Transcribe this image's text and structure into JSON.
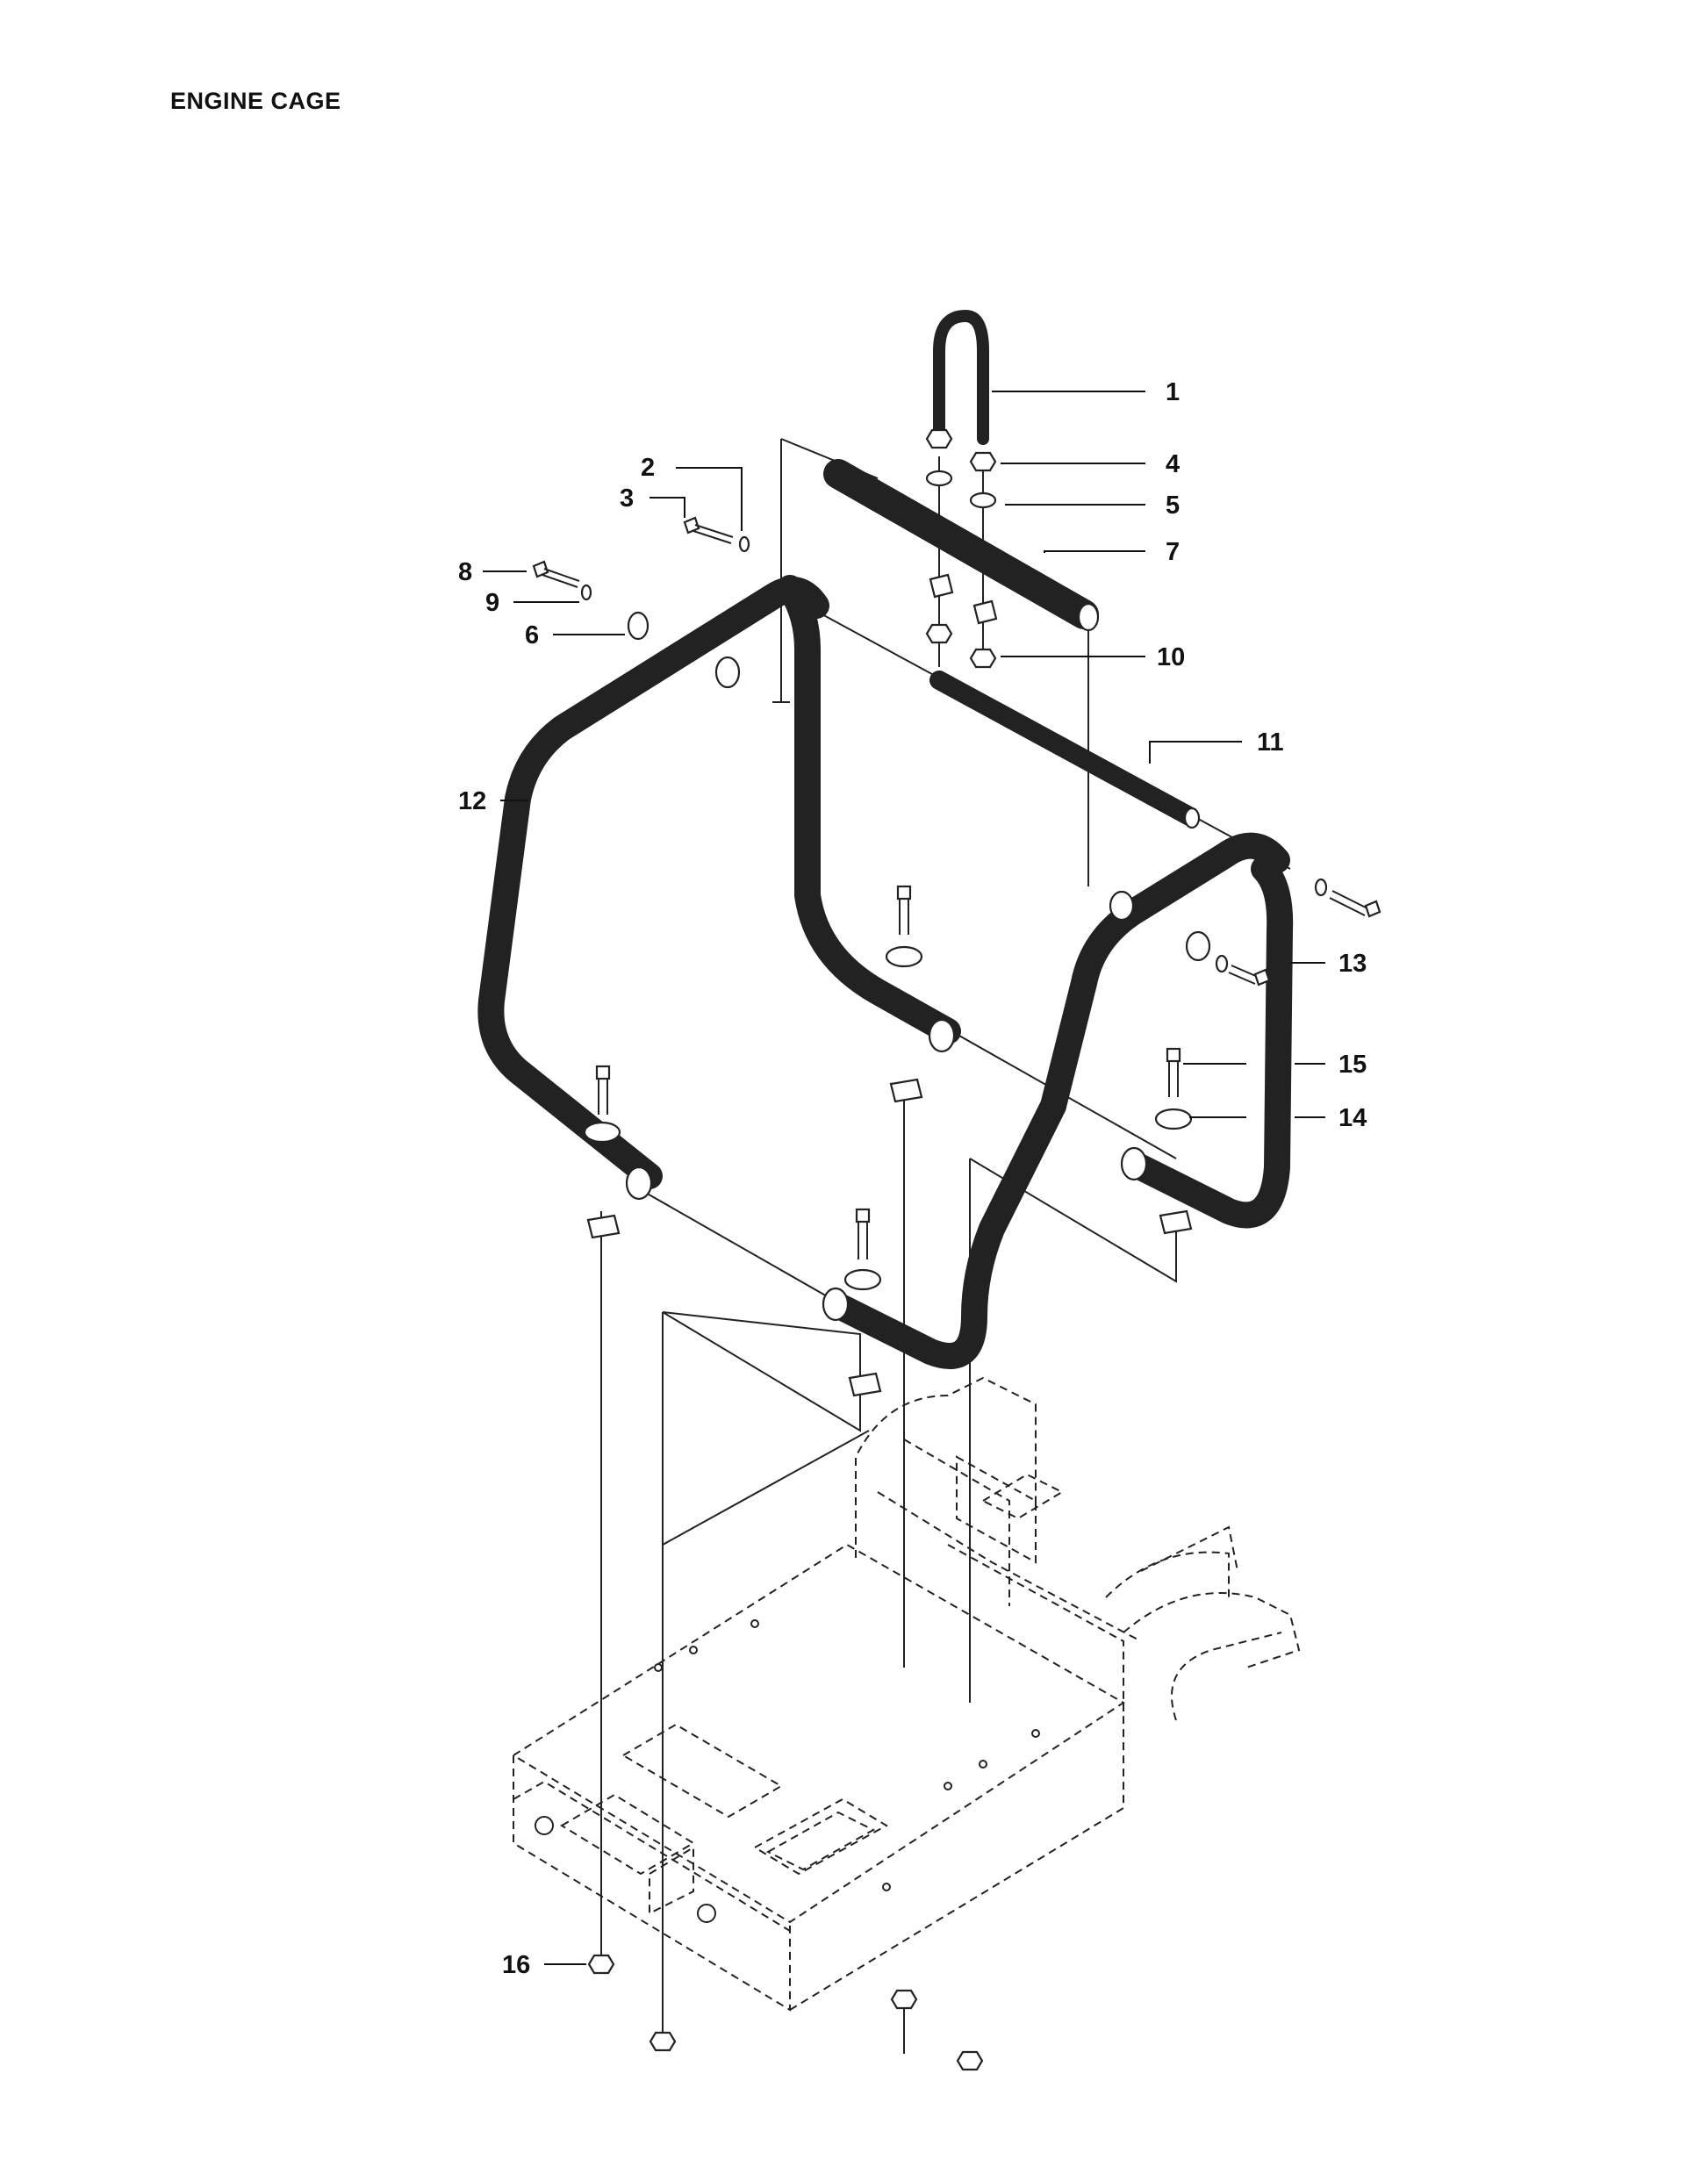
{
  "title": "ENGINE CAGE",
  "callouts": [
    {
      "id": "c1",
      "label": "1"
    },
    {
      "id": "c2",
      "label": "2"
    },
    {
      "id": "c3",
      "label": "3"
    },
    {
      "id": "c4",
      "label": "4"
    },
    {
      "id": "c5",
      "label": "5"
    },
    {
      "id": "c6",
      "label": "6"
    },
    {
      "id": "c7",
      "label": "7"
    },
    {
      "id": "c8",
      "label": "8"
    },
    {
      "id": "c9",
      "label": "9"
    },
    {
      "id": "c10",
      "label": "10"
    },
    {
      "id": "c11",
      "label": "11"
    },
    {
      "id": "c12",
      "label": "12"
    },
    {
      "id": "c13",
      "label": "13"
    },
    {
      "id": "c14",
      "label": "14"
    },
    {
      "id": "c15",
      "label": "15"
    },
    {
      "id": "c16",
      "label": "16"
    }
  ]
}
